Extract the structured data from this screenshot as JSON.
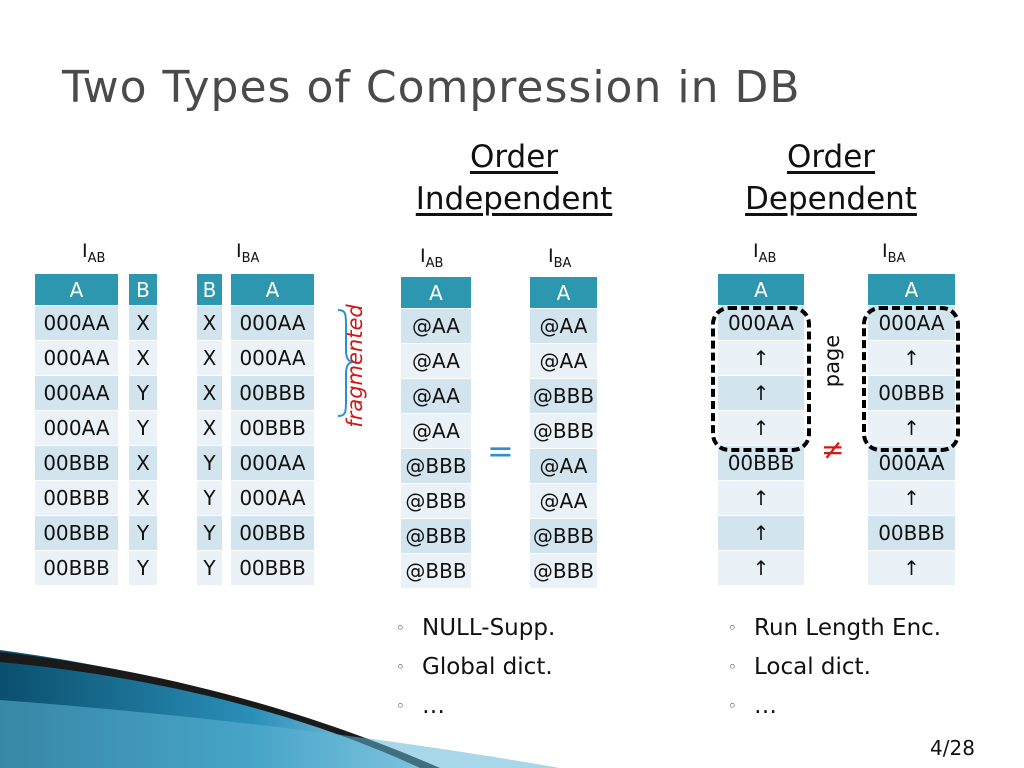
{
  "title": "Two Types of Compression in DB",
  "headings": {
    "order_independent": [
      "Order",
      "Independent"
    ],
    "order_dependent": [
      "Order",
      "Dependent"
    ]
  },
  "index_labels": {
    "raw_ab": {
      "main": "I",
      "sub": "AB"
    },
    "raw_ba": {
      "main": "I",
      "sub": "BA"
    },
    "oi_ab": {
      "main": "I",
      "sub": "AB"
    },
    "oi_ba": {
      "main": "I",
      "sub": "BA"
    },
    "od_ab": {
      "main": "I",
      "sub": "AB"
    },
    "od_ba": {
      "main": "I",
      "sub": "BA"
    }
  },
  "columns": {
    "raw_ab_a": {
      "header": "A",
      "cells": [
        "000AA",
        "000AA",
        "000AA",
        "000AA",
        "00BBB",
        "00BBB",
        "00BBB",
        "00BBB"
      ]
    },
    "raw_ab_b": {
      "header": "B",
      "cells": [
        "X",
        "X",
        "Y",
        "Y",
        "X",
        "X",
        "Y",
        "Y"
      ]
    },
    "raw_ba_b": {
      "header": "B",
      "cells": [
        "X",
        "X",
        "X",
        "X",
        "Y",
        "Y",
        "Y",
        "Y"
      ]
    },
    "raw_ba_a": {
      "header": "A",
      "cells": [
        "000AA",
        "000AA",
        "00BBB",
        "00BBB",
        "000AA",
        "000AA",
        "00BBB",
        "00BBB"
      ]
    },
    "oi_ab_a": {
      "header": "A",
      "cells": [
        "@AA",
        "@AA",
        "@AA",
        "@AA",
        "@BBB",
        "@BBB",
        "@BBB",
        "@BBB"
      ]
    },
    "oi_ba_a": {
      "header": "A",
      "cells": [
        "@AA",
        "@AA",
        "@BBB",
        "@BBB",
        "@AA",
        "@AA",
        "@BBB",
        "@BBB"
      ]
    },
    "od_ab_a": {
      "header": "A",
      "cells": [
        "000AA",
        "↑",
        "↑",
        "↑",
        "00BBB",
        "↑",
        "↑",
        "↑"
      ]
    },
    "od_ba_a": {
      "header": "A",
      "cells": [
        "000AA",
        "↑",
        "00BBB",
        "↑",
        "000AA",
        "↑",
        "00BBB",
        "↑"
      ]
    }
  },
  "annotations": {
    "fragmented": "fragmented",
    "page": "page",
    "equal": "=",
    "not_equal": "≠"
  },
  "bullets_left": [
    "NULL-Supp.",
    "Global dict.",
    "…"
  ],
  "bullets_right": [
    "Run Length Enc.",
    "Local dict.",
    "…"
  ],
  "bullet_marker": "◦",
  "page_number": "4/28",
  "colors": {
    "header_fill": "#2e97b0",
    "cell_dark": "#d2e4ee",
    "cell_light": "#eaf2f7",
    "accent_red": "#d01818",
    "equal_blue": "#2e8fcf"
  }
}
